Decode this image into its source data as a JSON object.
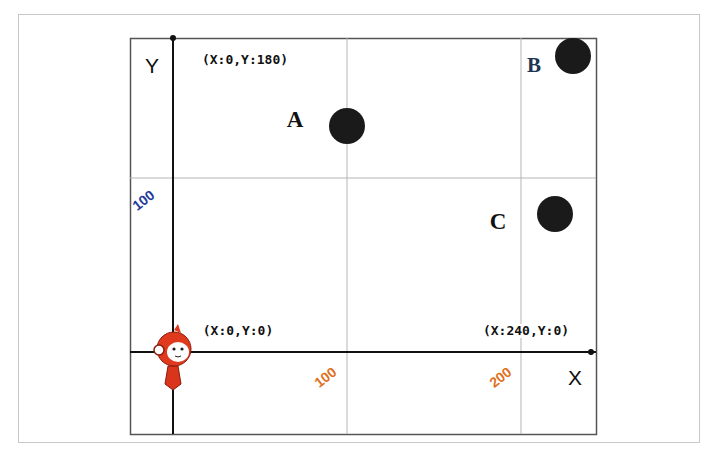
{
  "diagram": {
    "labels": [
      "Y",
      "(X:0,Y:180)",
      "B",
      "A",
      "100",
      "C",
      "(X:0,Y:0)",
      "(X:240,Y:0)",
      "100",
      "200",
      "X"
    ]
  }
}
